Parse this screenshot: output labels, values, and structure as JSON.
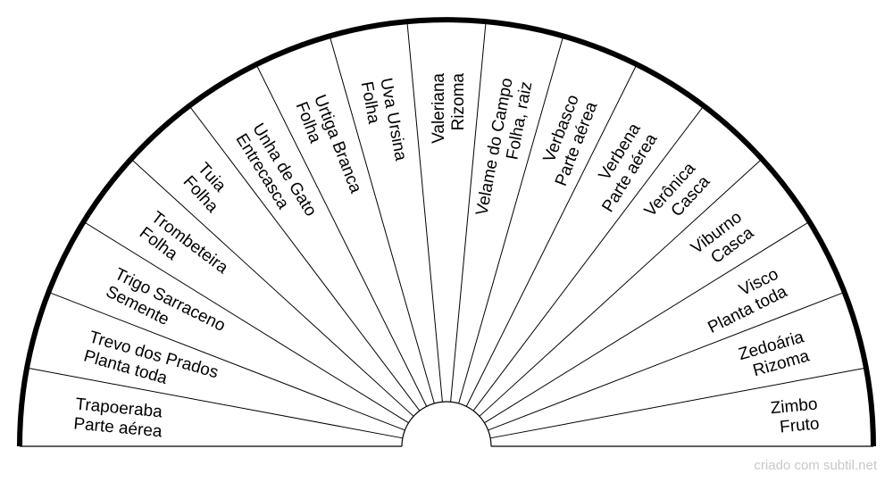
{
  "segments": [
    {
      "line1": "Trapoeraba",
      "line2": "Parte aérea"
    },
    {
      "line1": "Trevo dos Prados",
      "line2": "Planta toda"
    },
    {
      "line1": "Trigo Sarraceno",
      "line2": "Semente"
    },
    {
      "line1": "Trombeteira",
      "line2": "Folha"
    },
    {
      "line1": "Tuia",
      "line2": "Folha"
    },
    {
      "line1": "Unha de Gato",
      "line2": "Entrecasca"
    },
    {
      "line1": "Urtiga Branca",
      "line2": "Folha"
    },
    {
      "line1": "Uva Ursina",
      "line2": "Folha"
    },
    {
      "line1": "Valeriana",
      "line2": "Rizoma"
    },
    {
      "line1": "Velame do Campo",
      "line2": "Folha, raiz"
    },
    {
      "line1": "Verbasco",
      "line2": "Parte aérea"
    },
    {
      "line1": "Verbena",
      "line2": "Parte aérea"
    },
    {
      "line1": "Verônica",
      "line2": "Casca"
    },
    {
      "line1": "Viburno",
      "line2": "Casca"
    },
    {
      "line1": "Visco",
      "line2": "Planta toda"
    },
    {
      "line1": "Zedoária",
      "line2": "Rizoma"
    },
    {
      "line1": "Zimbo",
      "line2": "Fruto"
    }
  ],
  "credit": "criado com subtil.net"
}
